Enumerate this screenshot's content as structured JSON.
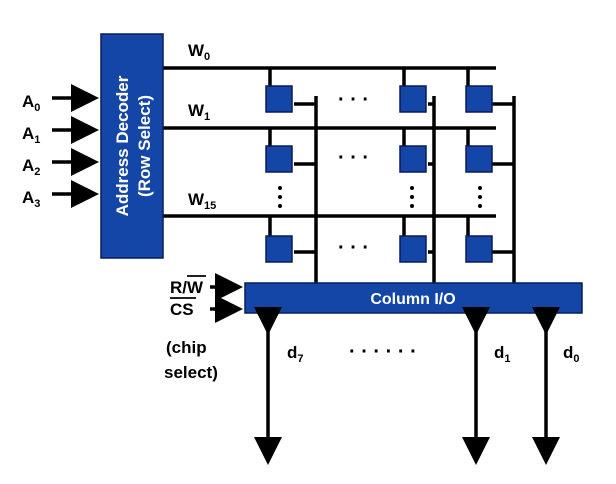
{
  "decoder": {
    "line1": "Address Decoder",
    "line2": "(Row Select)"
  },
  "column_io": {
    "label": "Column I/O"
  },
  "address_inputs": [
    {
      "base": "A",
      "sub": "0"
    },
    {
      "base": "A",
      "sub": "1"
    },
    {
      "base": "A",
      "sub": "2"
    },
    {
      "base": "A",
      "sub": "3"
    }
  ],
  "word_lines": [
    {
      "base": "W",
      "sub": "0"
    },
    {
      "base": "W",
      "sub": "1"
    },
    {
      "base": "W",
      "sub": "15"
    }
  ],
  "control": {
    "rw_prefix": "R/",
    "rw_bar": "W",
    "cs": "CS",
    "chip_select_line1": "(chip",
    "chip_select_line2": "select)"
  },
  "data_lines": [
    {
      "base": "d",
      "sub": "7"
    },
    {
      "base": "d",
      "sub": "1"
    },
    {
      "base": "d",
      "sub": "0"
    }
  ],
  "ellipsis_horizontal": "· · ·",
  "ellipsis_data": "· · · · · ·",
  "colors": {
    "box_fill": "#1446a8",
    "box_stroke": "#0a1c5a",
    "line": "#000000"
  }
}
